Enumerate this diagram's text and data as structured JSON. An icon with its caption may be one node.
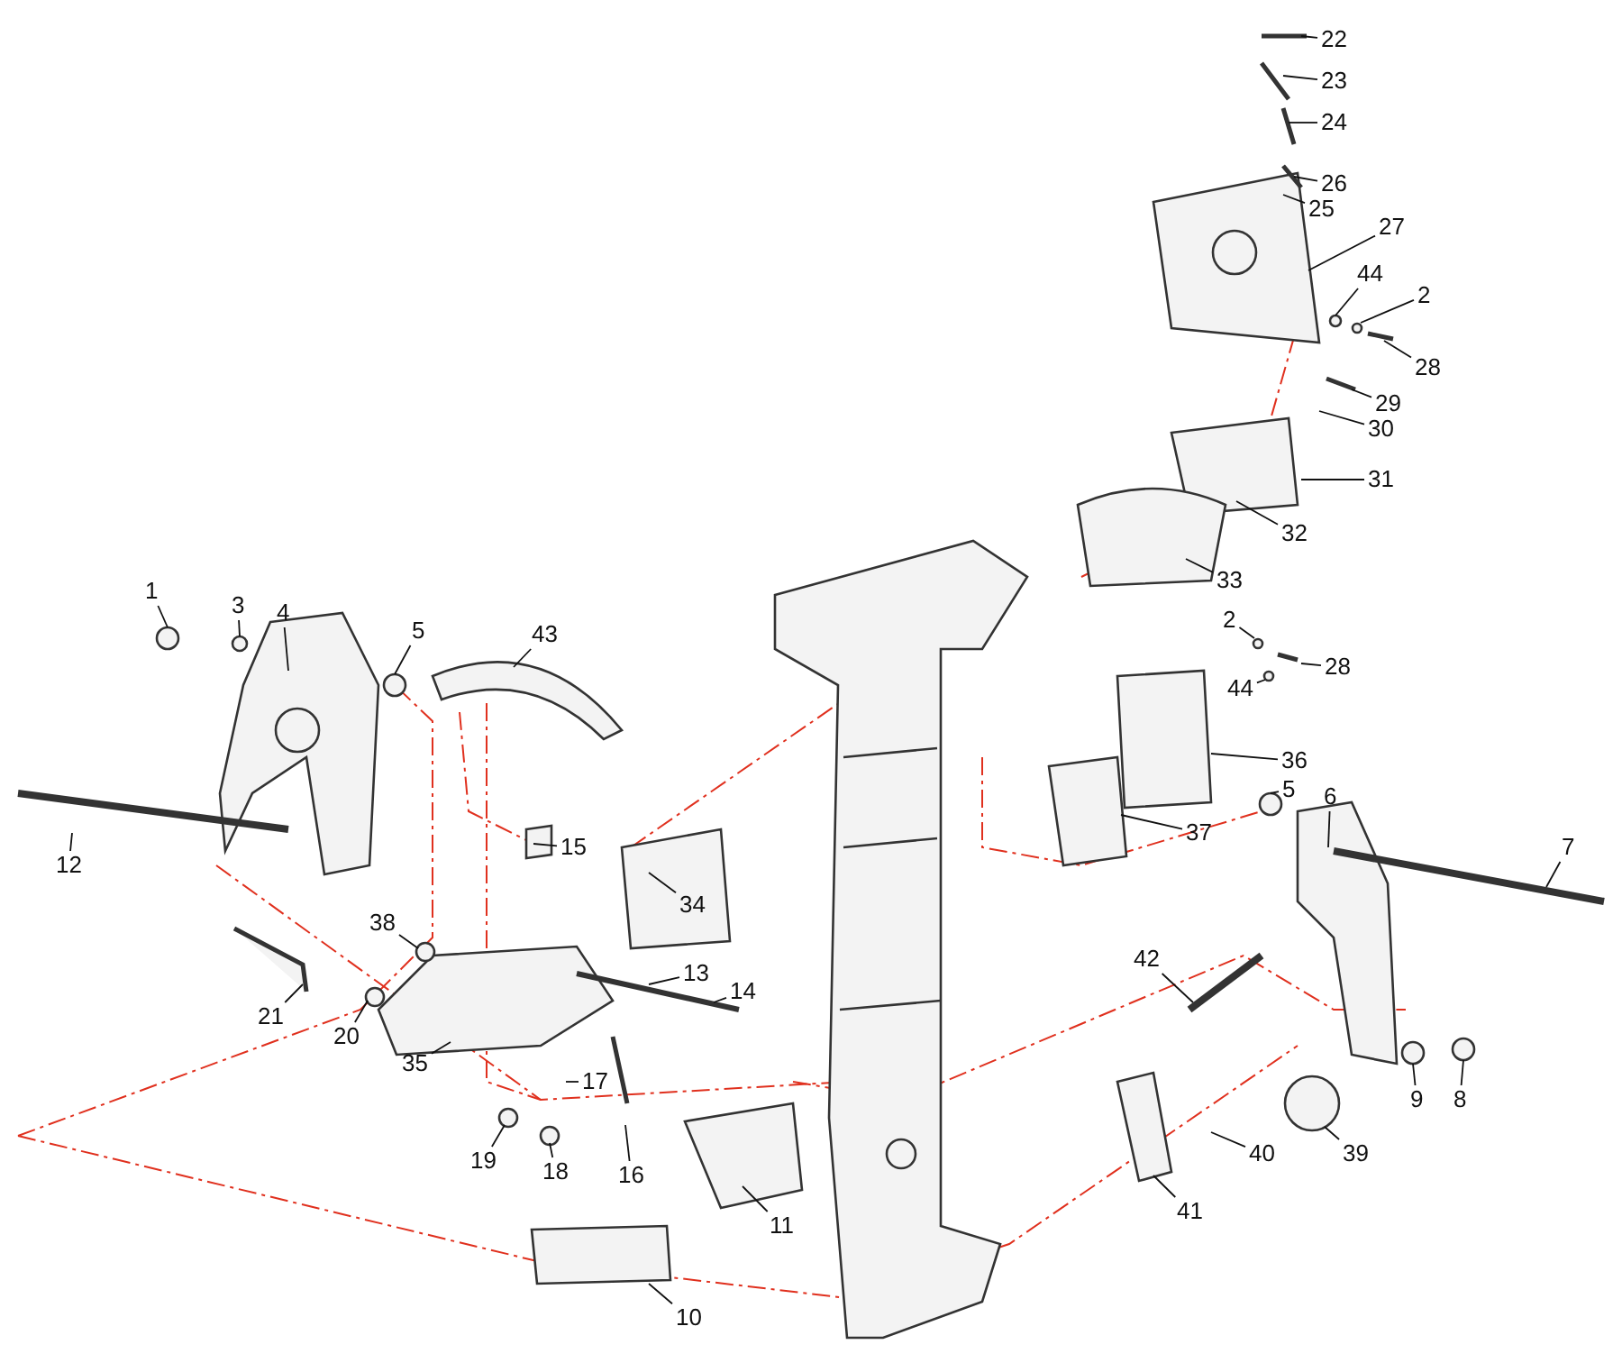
{
  "diagram": {
    "nodes": [
      {
        "text": [
          "22"
        ]
      },
      {
        "text": [
          "23"
        ]
      },
      {
        "text": [
          "24"
        ]
      },
      {
        "text": [
          "26"
        ]
      },
      {
        "text": [
          "25"
        ]
      },
      {
        "text": [
          "27"
        ]
      },
      {
        "text": [
          "44"
        ]
      },
      {
        "text": [
          "2"
        ]
      },
      {
        "text": [
          "28"
        ]
      },
      {
        "text": [
          "29"
        ]
      },
      {
        "text": [
          "30"
        ]
      },
      {
        "text": [
          "31"
        ]
      },
      {
        "text": [
          "32"
        ]
      },
      {
        "text": [
          "33"
        ]
      },
      {
        "text": [
          "1"
        ]
      },
      {
        "text": [
          "3"
        ]
      },
      {
        "text": [
          "4"
        ]
      },
      {
        "text": [
          "2"
        ]
      },
      {
        "text": [
          "5"
        ]
      },
      {
        "text": [
          "28"
        ]
      },
      {
        "text": [
          "43"
        ]
      },
      {
        "text": [
          "44"
        ]
      },
      {
        "text": [
          "36"
        ]
      },
      {
        "text": [
          "5"
        ]
      },
      {
        "text": [
          "6"
        ]
      },
      {
        "text": [
          "37"
        ]
      },
      {
        "text": [
          "7"
        ]
      },
      {
        "text": [
          "15"
        ]
      },
      {
        "text": [
          "12"
        ]
      },
      {
        "text": [
          "34"
        ]
      },
      {
        "text": [
          "38"
        ]
      },
      {
        "text": [
          "13"
        ]
      },
      {
        "text": [
          "14"
        ]
      },
      {
        "text": [
          "42"
        ]
      },
      {
        "text": [
          "21"
        ]
      },
      {
        "text": [
          "20"
        ]
      },
      {
        "text": [
          "35"
        ]
      },
      {
        "text": [
          "17"
        ]
      },
      {
        "text": [
          "9"
        ]
      },
      {
        "text": [
          "8"
        ]
      },
      {
        "text": [
          "19"
        ]
      },
      {
        "text": [
          "18"
        ]
      },
      {
        "text": [
          "16"
        ]
      },
      {
        "text": [
          "40"
        ]
      },
      {
        "text": [
          "39"
        ]
      },
      {
        "text": [
          "41"
        ]
      },
      {
        "text": [
          "11"
        ]
      },
      {
        "text": [
          "10"
        ]
      }
    ],
    "edges": [
      {
        "from": 0,
        "to": null,
        "arrow": "none"
      },
      {
        "from": 1,
        "to": null,
        "arrow": "none"
      },
      {
        "from": 2,
        "to": null,
        "arrow": "none"
      },
      {
        "from": 3,
        "to": null,
        "arrow": "none"
      },
      {
        "from": 4,
        "to": null,
        "arrow": "none"
      },
      {
        "from": 5,
        "to": null,
        "arrow": "none"
      },
      {
        "from": 6,
        "to": null,
        "arrow": "none"
      },
      {
        "from": 7,
        "to": null,
        "arrow": "none"
      },
      {
        "from": 8,
        "to": null,
        "arrow": "none"
      },
      {
        "from": 9,
        "to": null,
        "arrow": "none"
      },
      {
        "from": 10,
        "to": null,
        "arrow": "none"
      },
      {
        "from": 11,
        "to": null,
        "arrow": "none"
      },
      {
        "from": 12,
        "to": null,
        "arrow": "none"
      },
      {
        "from": 13,
        "to": null,
        "arrow": "none"
      },
      {
        "from": 14,
        "to": null,
        "arrow": "none"
      },
      {
        "from": 15,
        "to": null,
        "arrow": "none"
      },
      {
        "from": 16,
        "to": null,
        "arrow": "none"
      },
      {
        "from": 17,
        "to": null,
        "arrow": "none"
      },
      {
        "from": 18,
        "to": null,
        "arrow": "none"
      },
      {
        "from": 19,
        "to": null,
        "arrow": "none"
      },
      {
        "from": 20,
        "to": null,
        "arrow": "none"
      },
      {
        "from": 21,
        "to": null,
        "arrow": "none"
      },
      {
        "from": 22,
        "to": null,
        "arrow": "none"
      },
      {
        "from": 23,
        "to": null,
        "arrow": "none"
      },
      {
        "from": 24,
        "to": null,
        "arrow": "none"
      },
      {
        "from": 25,
        "to": null,
        "arrow": "none"
      },
      {
        "from": 26,
        "to": null,
        "arrow": "none"
      },
      {
        "from": 27,
        "to": null,
        "arrow": "none"
      },
      {
        "from": 28,
        "to": null,
        "arrow": "none"
      },
      {
        "from": 29,
        "to": null,
        "arrow": "none"
      },
      {
        "from": 30,
        "to": null,
        "arrow": "none"
      },
      {
        "from": 31,
        "to": null,
        "arrow": "none"
      },
      {
        "from": 32,
        "to": null,
        "arrow": "none"
      },
      {
        "from": 33,
        "to": null,
        "arrow": "none"
      },
      {
        "from": 34,
        "to": null,
        "arrow": "none"
      },
      {
        "from": 35,
        "to": null,
        "arrow": "none"
      },
      {
        "from": 36,
        "to": null,
        "arrow": "none"
      },
      {
        "from": 37,
        "to": null,
        "arrow": "none"
      },
      {
        "from": 38,
        "to": null,
        "arrow": "none"
      },
      {
        "from": 39,
        "to": null,
        "arrow": "none"
      },
      {
        "from": 40,
        "to": null,
        "arrow": "none"
      },
      {
        "from": 41,
        "to": null,
        "arrow": "none"
      },
      {
        "from": 42,
        "to": null,
        "arrow": "none"
      },
      {
        "from": 43,
        "to": null,
        "arrow": "none"
      },
      {
        "from": 44,
        "to": null,
        "arrow": "none"
      },
      {
        "from": 45,
        "to": null,
        "arrow": "none"
      },
      {
        "from": 46,
        "to": null,
        "arrow": "none"
      },
      {
        "from": 47,
        "to": null,
        "arrow": "none"
      }
    ]
  }
}
